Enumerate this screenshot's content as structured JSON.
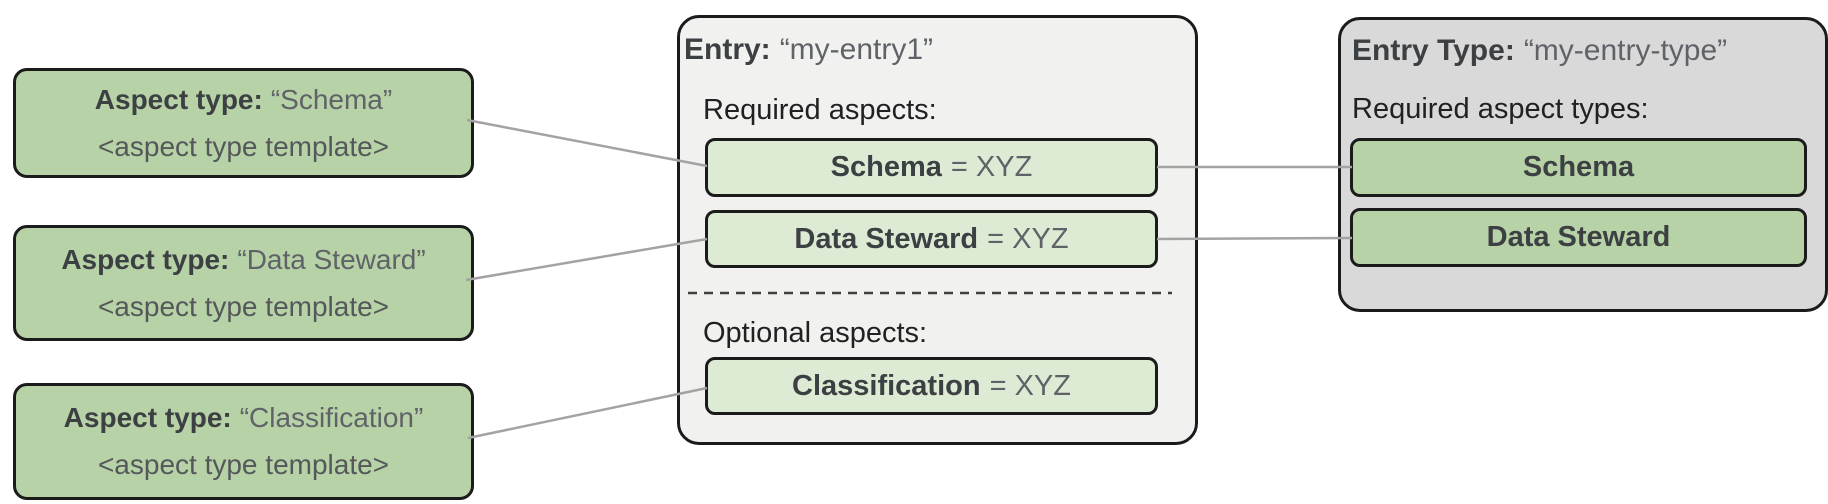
{
  "diagram": {
    "aspect_type_cards": [
      {
        "label": "Aspect type:",
        "name": "“Schema”",
        "template": "<aspect type template>"
      },
      {
        "label": "Aspect type:",
        "name": "“Data Steward”",
        "template": "<aspect type template>"
      },
      {
        "label": "Aspect type:",
        "name": "“Classification”",
        "template": "<aspect type template>"
      }
    ],
    "entry": {
      "label": "Entry:",
      "name": "“my-entry1”",
      "required_heading": "Required aspects:",
      "optional_heading": "Optional aspects:",
      "required_aspects": [
        {
          "name": "Schema",
          "value": "= XYZ"
        },
        {
          "name": "Data Steward",
          "value": "= XYZ"
        }
      ],
      "optional_aspects": [
        {
          "name": "Classification",
          "value": "= XYZ"
        }
      ]
    },
    "entry_type": {
      "label": "Entry Type:",
      "name": "“my-entry-type”",
      "required_heading": "Required aspect types:",
      "aspect_types": [
        {
          "name": "Schema"
        },
        {
          "name": "Data Steward"
        }
      ]
    },
    "colors": {
      "aspect_card_green": "#b6d2a6",
      "aspect_row_light_green": "#deebd4",
      "entry_panel_bg": "#f1f2f0",
      "entry_type_panel_bg": "#d9d9d9",
      "connector_gray": "#a3a3a3",
      "border_black": "#1b1b1b",
      "bold_text": "#3c4043",
      "regular_text": "#5f6368"
    }
  }
}
